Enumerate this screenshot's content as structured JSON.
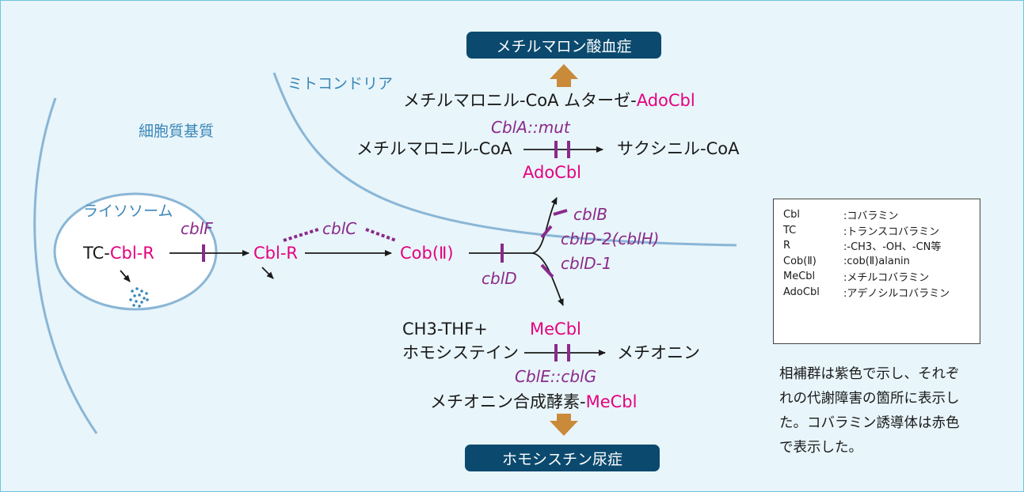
{
  "disease_top": "メチルマロン酸血症",
  "disease_bottom": "ホモシスチン尿症",
  "region_cytoplasm": "細胞質基質",
  "region_mitochondria": "ミトコンドリア",
  "region_lysosome": "ライソソーム",
  "mut_enzyme_prefix": "メチルマロニル-CoA ムターゼ-",
  "mut_enzyme_cofactor": "AdoCbl",
  "mut_gene": "CblA::mut",
  "mut_substrate": "メチルマロニル-CoA",
  "mut_product": "サクシニル-CoA",
  "mut_cofactor": "AdoCbl",
  "tc_prefix": "TC-",
  "tc_cbl_r": "Cbl-R",
  "gene_cblf": "cblF",
  "cbl_r": "Cbl-R",
  "gene_cblc": "cblC",
  "cob_ii": "Cob(Ⅱ)",
  "gene_cblb": "cblB",
  "gene_cbld2": "cblD-2(cblH)",
  "gene_cbld1": "cblD-1",
  "gene_cbld": "cblD",
  "ms_substrate_1": "CH3-THF+",
  "ms_substrate_2": "ホモシステイン",
  "ms_cofactor": "MeCbl",
  "ms_product": "メチオニン",
  "ms_gene": "CblE::cblG",
  "ms_enzyme_prefix": "メチオニン合成酵素-",
  "ms_enzyme_cofactor": "MeCbl",
  "legend": [
    {
      "term": "Cbl",
      "desc": ":コバラミン"
    },
    {
      "term": "TC",
      "desc": ":トランスコバラミン"
    },
    {
      "term": "R",
      "desc": ":-CH3、-OH、-CN等"
    },
    {
      "term": "Cob(Ⅱ)",
      "desc": ":cob(Ⅱ)alanin"
    },
    {
      "term": "MeCbl",
      "desc": ":メチルコバラミン"
    },
    {
      "term": "AdoCbl",
      "desc": ":アデノシルコバラミン"
    }
  ],
  "note": "相補群は紫色で示し、それぞれの代謝障害の箇所に表示した。コバラミン誘導体は赤色で表示した。",
  "colors": {
    "background": "#e8f5fa",
    "border": "#6ec6dc",
    "pill": "#0b4a6e",
    "arrow_up": "#c98a3a",
    "membrane": "#8ab6d6",
    "cobalamin": "#e5007f",
    "gene": "#8a2a8a"
  }
}
